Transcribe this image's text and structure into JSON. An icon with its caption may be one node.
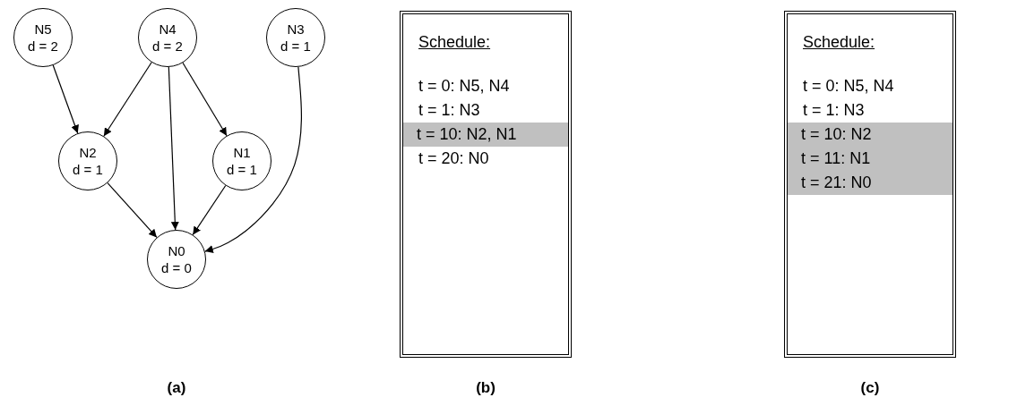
{
  "diagram": {
    "nodes": [
      {
        "text": [
          "N5",
          "d = 2"
        ]
      },
      {
        "text": [
          "N4",
          "d = 2"
        ]
      },
      {
        "text": [
          "N3",
          "d = 1"
        ]
      },
      {
        "text": [
          "N2",
          "d = 1"
        ]
      },
      {
        "text": [
          "N1",
          "d = 1"
        ]
      },
      {
        "text": [
          "N0",
          "d = 0"
        ]
      },
      {
        "text": [
          "Schedule:",
          "t = 0: N5, N4",
          "t = 1: N3",
          "t = 20: N0"
        ]
      },
      {
        "text": [
          "t = 10: N2, N1"
        ],
        "in": 6
      },
      {
        "text": [
          "Schedule:",
          "t = 0: N5, N4",
          "t = 1: N3"
        ]
      },
      {
        "text": [
          "t = 10: N2",
          "t = 11: N1",
          "t = 21: N0"
        ],
        "in": 8
      }
    ],
    "edges": [
      {
        "from": 0,
        "to": 3,
        "arrow": "to"
      },
      {
        "from": 1,
        "to": 3,
        "arrow": "to"
      },
      {
        "from": 1,
        "to": 5,
        "arrow": "to"
      },
      {
        "from": 1,
        "to": 4,
        "arrow": "to"
      },
      {
        "from": 2,
        "to": 5,
        "arrow": "to"
      },
      {
        "from": 3,
        "to": 5,
        "arrow": "to"
      },
      {
        "from": 4,
        "to": 5,
        "arrow": "to"
      }
    ],
    "labels": [
      "(a)",
      "(b)",
      "(c)"
    ]
  }
}
